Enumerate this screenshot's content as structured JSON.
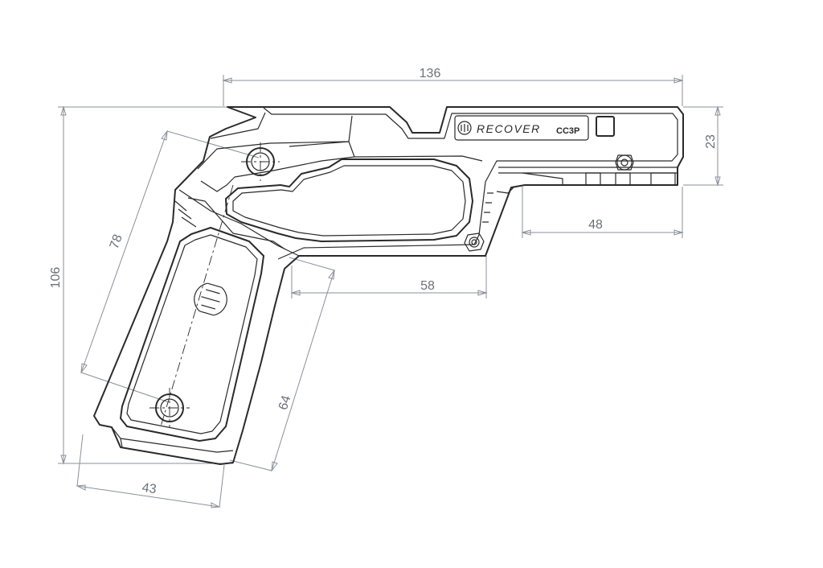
{
  "drawing": {
    "brand_label": "RECOVER",
    "model_label": "CC3P"
  },
  "dimensions": {
    "overall_length": "136",
    "overall_height": "106",
    "rail_height": "23",
    "rail_length": "48",
    "trigger_guard_length": "58",
    "grip_diagonal_long": "78",
    "grip_diagonal_short": "64",
    "grip_width": "43"
  }
}
